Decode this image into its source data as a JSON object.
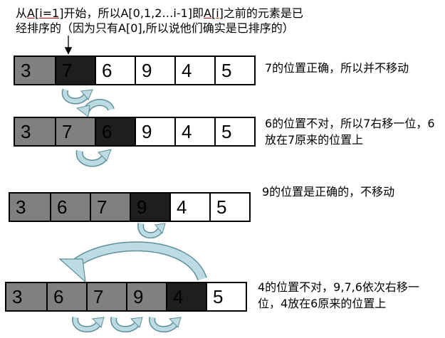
{
  "intro": {
    "t1": "从",
    "u1": "A[i=1]",
    "t2": "开始，所以A[0,1,2…i-1]即",
    "u2": "A[i]",
    "t3": "之前的元素是已经排序的（因为只有A[0],所以说他们确实是已排序的）"
  },
  "steps": [
    {
      "cells": [
        "3",
        "7",
        "6",
        "9",
        "4",
        "5"
      ],
      "states": [
        "sorted",
        "key",
        "fresh",
        "fresh",
        "fresh",
        "fresh"
      ],
      "note": "7的位置正确，所以并不移动"
    },
    {
      "cells": [
        "3",
        "7",
        "6",
        "9",
        "4",
        "5"
      ],
      "states": [
        "sorted",
        "sorted",
        "key",
        "fresh",
        "fresh",
        "fresh"
      ],
      "note": "6的位置不对，所以7右移一位，6放在7原来的位置上"
    },
    {
      "cells": [
        "3",
        "6",
        "7",
        "9",
        "4",
        "5"
      ],
      "states": [
        "sorted",
        "sorted",
        "sorted",
        "key",
        "fresh",
        "fresh"
      ],
      "note": "9的位置是正确的，不移动"
    },
    {
      "cells": [
        "3",
        "6",
        "7",
        "9",
        "4",
        "5"
      ],
      "states": [
        "sorted",
        "sorted",
        "sorted",
        "sorted",
        "key",
        "fresh"
      ],
      "note": "4的位置不对，9,7,6依次右移一位，4放在6原来的位置上"
    }
  ],
  "colors": {
    "sorted": "#808080",
    "key": "#1e1e1e",
    "arrow_fill": "#bcdbe3",
    "arrow_stroke": "#5f8f9a"
  }
}
